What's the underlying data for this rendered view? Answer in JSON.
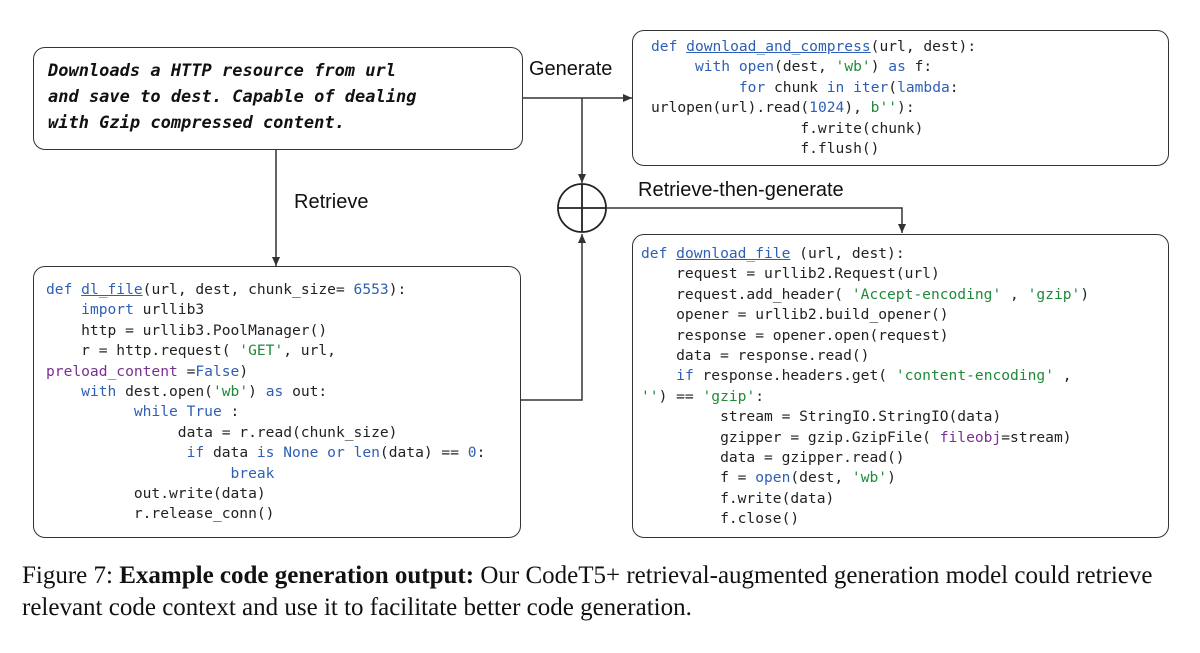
{
  "docstring": {
    "lines": [
      "Downloads a HTTP resource from url",
      "and save to dest. Capable of dealing",
      "with Gzip compressed content."
    ]
  },
  "labels": {
    "generate": "Generate",
    "retrieve": "Retrieve",
    "retrieve_then_generate": "Retrieve-then-generate"
  },
  "generated_code": [
    [
      [
        "kw",
        "def "
      ],
      [
        "fn",
        "download_and_compress"
      ],
      [
        "t",
        "(url, dest):"
      ]
    ],
    [
      [
        "t",
        "     "
      ],
      [
        "kw",
        "with "
      ],
      [
        "kw",
        "open"
      ],
      [
        "t",
        "(dest, "
      ],
      [
        "st",
        "'wb'"
      ],
      [
        "t",
        ") "
      ],
      [
        "kw",
        "as"
      ],
      [
        "t",
        " f:"
      ]
    ],
    [
      [
        "t",
        "          "
      ],
      [
        "kw",
        "for"
      ],
      [
        "t",
        " chunk "
      ],
      [
        "kw",
        "in"
      ],
      [
        "t",
        " "
      ],
      [
        "kw",
        "iter"
      ],
      [
        "t",
        "("
      ],
      [
        "kw",
        "lambda"
      ],
      [
        "t",
        ":"
      ]
    ],
    [
      [
        "t",
        "urlopen(url).read("
      ],
      [
        "nm",
        "1024"
      ],
      [
        "t",
        "), "
      ],
      [
        "st",
        "b''"
      ],
      [
        "t",
        "):"
      ]
    ],
    [
      [
        "t",
        "                 f.write(chunk)"
      ]
    ],
    [
      [
        "t",
        "                 f.flush()"
      ]
    ]
  ],
  "retrieved_code": [
    [
      [
        "kw",
        "def "
      ],
      [
        "fn",
        "dl_file"
      ],
      [
        "t",
        "(url, dest, chunk_size= "
      ],
      [
        "nm",
        "6553"
      ],
      [
        "t",
        "):"
      ]
    ],
    [
      [
        "t",
        "    "
      ],
      [
        "kw",
        "import"
      ],
      [
        "t",
        " urllib3"
      ]
    ],
    [
      [
        "t",
        "    http = urllib3.PoolManager()"
      ]
    ],
    [
      [
        "t",
        "    r = http.request( "
      ],
      [
        "st",
        "'GET'"
      ],
      [
        "t",
        ", url,"
      ]
    ],
    [
      [
        "pu",
        "preload_content"
      ],
      [
        "t",
        " ="
      ],
      [
        "kw",
        "False"
      ],
      [
        "t",
        ")"
      ]
    ],
    [
      [
        "t",
        "    "
      ],
      [
        "kw",
        "with"
      ],
      [
        "t",
        " dest.open("
      ],
      [
        "st",
        "'wb'"
      ],
      [
        "t",
        ") "
      ],
      [
        "kw",
        "as"
      ],
      [
        "t",
        " out:"
      ]
    ],
    [
      [
        "t",
        "          "
      ],
      [
        "kw",
        "while True"
      ],
      [
        "t",
        " :"
      ]
    ],
    [
      [
        "t",
        "               data = r.read(chunk_size)"
      ]
    ],
    [
      [
        "t",
        "                "
      ],
      [
        "kw",
        "if"
      ],
      [
        "t",
        " data "
      ],
      [
        "kw",
        "is None or"
      ],
      [
        "t",
        " "
      ],
      [
        "kw",
        "len"
      ],
      [
        "t",
        "(data) == "
      ],
      [
        "nm",
        "0"
      ],
      [
        "t",
        ":"
      ]
    ],
    [
      [
        "t",
        "                     "
      ],
      [
        "kw",
        "break"
      ]
    ],
    [
      [
        "t",
        "          out.write(data)"
      ]
    ],
    [
      [
        "t",
        "          r.release_conn()"
      ]
    ]
  ],
  "final_code": [
    [
      [
        "kw",
        "def "
      ],
      [
        "fn",
        "download_file"
      ],
      [
        "t",
        " (url, dest):"
      ]
    ],
    [
      [
        "t",
        "    request = urllib2.Request(url)"
      ]
    ],
    [
      [
        "t",
        "    request.add_header( "
      ],
      [
        "st",
        "'Accept-encoding'"
      ],
      [
        "t",
        " , "
      ],
      [
        "st",
        "'gzip'"
      ],
      [
        "t",
        ")"
      ]
    ],
    [
      [
        "t",
        "    opener = urllib2.build_opener()"
      ]
    ],
    [
      [
        "t",
        "    response = opener.open(request)"
      ]
    ],
    [
      [
        "t",
        "    data = response.read()"
      ]
    ],
    [
      [
        "t",
        "    "
      ],
      [
        "kw",
        "if"
      ],
      [
        "t",
        " response.headers.get( "
      ],
      [
        "st",
        "'content-encoding'"
      ],
      [
        "t",
        " ,"
      ]
    ],
    [
      [
        "st",
        "''"
      ],
      [
        "t",
        ") == "
      ],
      [
        "st",
        "'gzip'"
      ],
      [
        "t",
        ":"
      ]
    ],
    [
      [
        "t",
        "         stream = StringIO.StringIO(data)"
      ]
    ],
    [
      [
        "t",
        "         gzipper = gzip.GzipFile( "
      ],
      [
        "pu",
        "fileobj"
      ],
      [
        "t",
        "=stream)"
      ]
    ],
    [
      [
        "t",
        "         data = gzipper.read()"
      ]
    ],
    [
      [
        "t",
        "         f = "
      ],
      [
        "kw",
        "open"
      ],
      [
        "t",
        "(dest, "
      ],
      [
        "st",
        "'wb'"
      ],
      [
        "t",
        ")"
      ]
    ],
    [
      [
        "t",
        "         f.write(data)"
      ]
    ],
    [
      [
        "t",
        "         f.close()"
      ]
    ]
  ],
  "caption": {
    "prefix": "Figure 7: ",
    "bold": "Example code generation output:",
    "rest": " Our CodeT5+ retrieval-augmented generation model could retrieve relevant code context and use it to facilitate better code generation."
  }
}
